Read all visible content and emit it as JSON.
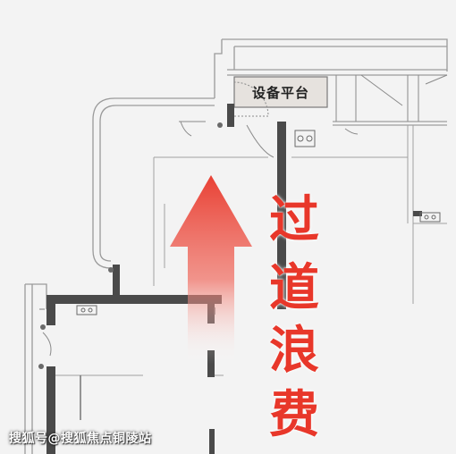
{
  "floor_plan": {
    "room_label": "设备平台",
    "annotation_chars": [
      "过",
      "道",
      "浪",
      "费"
    ]
  },
  "watermark": "搜狐号@搜狐焦点铜陵站",
  "colors": {
    "background": "#f3f3f3",
    "wall": "#4a4a4a",
    "outline": "#9a9a9a",
    "platform_fill": "#e6e2de",
    "arrow_red": "#e8372a",
    "annotation_red": "#e8372a"
  },
  "icons": [
    "upward-arrow",
    "stove-icon",
    "sink-icon",
    "door-swing-icon"
  ]
}
